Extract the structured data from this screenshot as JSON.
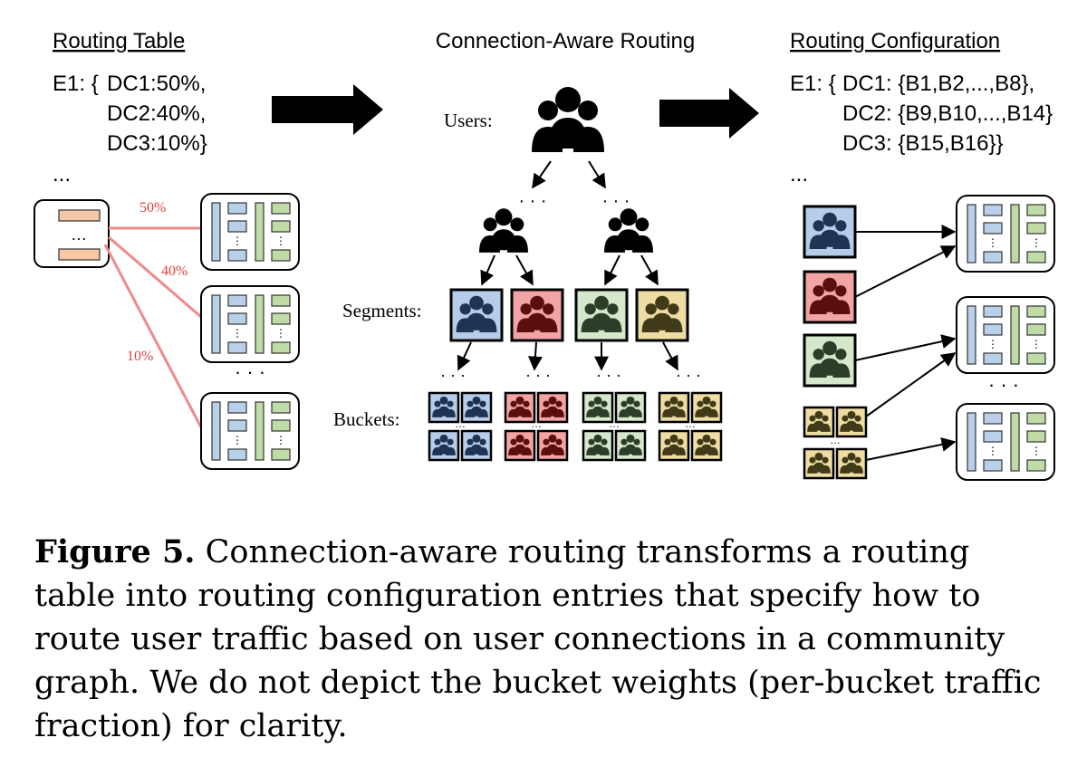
{
  "routing_table": {
    "title": "Routing Table",
    "entry_label": "E1: {",
    "rows": [
      "DC1:50%,",
      "DC2:40%,",
      "DC3:10%}"
    ],
    "ellipsis": "...",
    "edge_labels": [
      "50%",
      "40%",
      "10%"
    ]
  },
  "connection_aware": {
    "title": "Connection-Aware Routing",
    "users_label": "Users:",
    "segments_label": "Segments:",
    "buckets_label": "Buckets:"
  },
  "routing_config": {
    "title": "Routing Configuration",
    "entry_label": "E1: {",
    "rows": [
      "DC1: {B1,B2,...,B8},",
      "DC2: {B9,B10,...,B14}",
      "DC3: {B15,B16}}"
    ],
    "ellipsis": "..."
  },
  "segment_colors": [
    {
      "fill": "#b7cce8",
      "icon": "#1f3354"
    },
    {
      "fill": "#f2a3a3",
      "icon": "#5a0e0e"
    },
    {
      "fill": "#d6e8cc",
      "icon": "#2e3d2a"
    },
    {
      "fill": "#eedca2",
      "icon": "#403a18"
    }
  ],
  "caption": {
    "label": "Figure 5.",
    "text": "Connection-aware routing transforms a routing table into routing configuration entries that specify how to route user traffic based on user connections in a community graph. We do not depict the bucket weights (per-bucket traffic fraction) for clarity."
  }
}
